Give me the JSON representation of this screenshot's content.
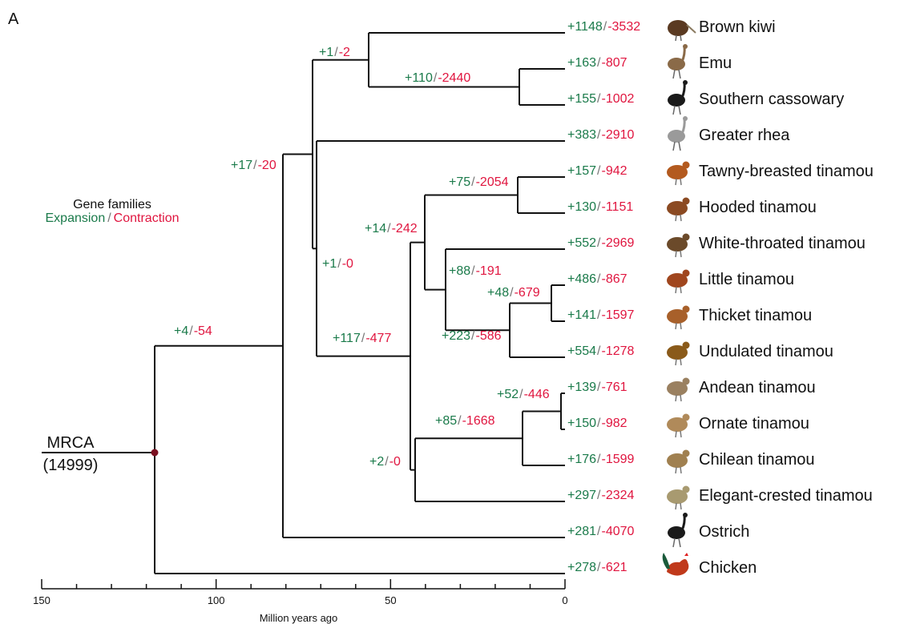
{
  "panel_label": "A",
  "legend": {
    "title": "Gene families",
    "expansion": "Expansion",
    "separator": "/",
    "contraction": "Contraction"
  },
  "root": {
    "name": "MRCA",
    "count": "(14999)"
  },
  "axis": {
    "title": "Million years ago",
    "ticks": [
      "150",
      "100",
      "50",
      "0"
    ],
    "range": [
      150,
      0
    ]
  },
  "tips": [
    {
      "species": "Brown kiwi",
      "exp": "+1148",
      "con": "-3532",
      "icon": "kiwi-icon",
      "color": "#5a3a22"
    },
    {
      "species": "Emu",
      "exp": "+163",
      "con": "-807",
      "icon": "emu-icon",
      "color": "#8a6a48"
    },
    {
      "species": "Southern cassowary",
      "exp": "+155",
      "con": "-1002",
      "icon": "cassowary-icon",
      "color": "#1a1a1a"
    },
    {
      "species": "Greater rhea",
      "exp": "+383",
      "con": "-2910",
      "icon": "rhea-icon",
      "color": "#9a9a9a"
    },
    {
      "species": "Tawny-breasted tinamou",
      "exp": "+157",
      "con": "-942",
      "icon": "tinamou-icon",
      "color": "#b35a1f"
    },
    {
      "species": "Hooded tinamou",
      "exp": "+130",
      "con": "-1151",
      "icon": "tinamou-icon",
      "color": "#8b4a22"
    },
    {
      "species": "White-throated tinamou",
      "exp": "+552",
      "con": "-2969",
      "icon": "tinamou-icon",
      "color": "#6b4a2a"
    },
    {
      "species": "Little tinamou",
      "exp": "+486",
      "con": "-867",
      "icon": "tinamou-icon",
      "color": "#a0461e"
    },
    {
      "species": "Thicket tinamou",
      "exp": "+141",
      "con": "-1597",
      "icon": "tinamou-icon",
      "color": "#a8602a"
    },
    {
      "species": "Undulated tinamou",
      "exp": "+554",
      "con": "-1278",
      "icon": "tinamou-icon",
      "color": "#8a5a1a"
    },
    {
      "species": "Andean tinamou",
      "exp": "+139",
      "con": "-761",
      "icon": "tinamou-icon",
      "color": "#9a8060"
    },
    {
      "species": "Ornate tinamou",
      "exp": "+150",
      "con": "-982",
      "icon": "tinamou-icon",
      "color": "#b08a5a"
    },
    {
      "species": "Chilean tinamou",
      "exp": "+176",
      "con": "-1599",
      "icon": "tinamou-icon",
      "color": "#a08050"
    },
    {
      "species": "Elegant-crested tinamou",
      "exp": "+297",
      "con": "-2324",
      "icon": "tinamou-icon",
      "color": "#a89a70"
    },
    {
      "species": "Ostrich",
      "exp": "+281",
      "con": "-4070",
      "icon": "ostrich-icon",
      "color": "#1a1a1a"
    },
    {
      "species": "Chicken",
      "exp": "+278",
      "con": "-621",
      "icon": "chicken-icon",
      "color": "#c0391b"
    }
  ],
  "nodes": [
    {
      "id": "kiwi-emu-cass",
      "exp": "+1",
      "con": "-2"
    },
    {
      "id": "emu-cass",
      "exp": "+110",
      "con": "-2440"
    },
    {
      "id": "palaeognath-no-ostrich",
      "exp": "+17",
      "con": "-20"
    },
    {
      "id": "rhea-tinamou",
      "exp": "+1",
      "con": "-0"
    },
    {
      "id": "tinamous",
      "exp": "+117",
      "con": "-477"
    },
    {
      "id": "tinamou-clade-a",
      "exp": "+14",
      "con": "-242"
    },
    {
      "id": "tawny-hooded",
      "exp": "+75",
      "con": "-2054"
    },
    {
      "id": "tinamou-clade-b",
      "exp": "+88",
      "con": "-191"
    },
    {
      "id": "little-thicket",
      "exp": "+48",
      "con": "-679"
    },
    {
      "id": "little-thicket-undulated",
      "exp": "+223",
      "con": "-586"
    },
    {
      "id": "tinamou-clade-c",
      "exp": "+2",
      "con": "-0"
    },
    {
      "id": "andean-ornate-chilean",
      "exp": "+85",
      "con": "-1668"
    },
    {
      "id": "andean-ornate",
      "exp": "+52",
      "con": "-446"
    },
    {
      "id": "palaeognaths",
      "exp": "+4",
      "con": "-54"
    }
  ],
  "colors": {
    "expansion": "#1a7a4a",
    "contraction": "#e0153f",
    "branch": "#111111",
    "root_dot": "#7a1020"
  }
}
